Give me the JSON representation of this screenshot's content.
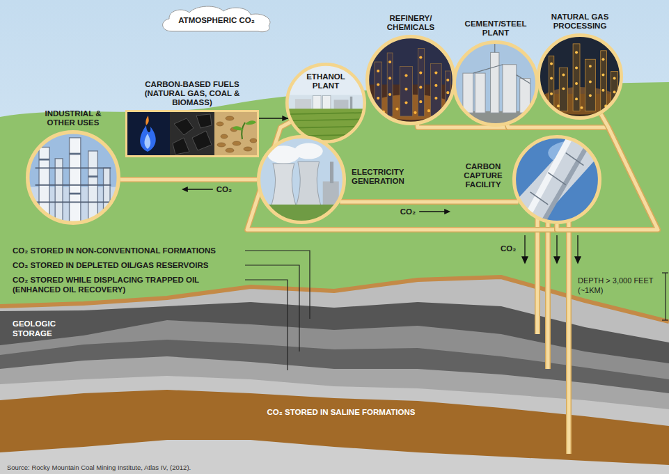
{
  "diagram": {
    "nodes": [
      {
        "text": [
          "ATMOSPHERIC CO₂"
        ]
      },
      {
        "text": [
          "CARBON-BASED FUELS (NATURAL GAS, COAL & BIOMASS)"
        ]
      },
      {
        "text": [
          "INDUSTRIAL & OTHER USES"
        ]
      },
      {
        "text": [
          "ETHANOL PLANT"
        ]
      },
      {
        "text": [
          "REFINERY/ CHEMICALS"
        ]
      },
      {
        "text": [
          "CEMENT/STEEL PLANT"
        ]
      },
      {
        "text": [
          "NATURAL GAS PROCESSING"
        ]
      },
      {
        "text": [
          "ELECTRICITY GENERATION"
        ]
      },
      {
        "text": [
          "CARBON CAPTURE FACILITY"
        ]
      }
    ],
    "edges": [
      {
        "from": 1,
        "to": 3,
        "arrow": "to"
      },
      {
        "from": 7,
        "to": 2,
        "label": "CO₂",
        "arrow": "to"
      },
      {
        "from": 7,
        "to": 8,
        "label": "CO₂",
        "arrow": "to"
      },
      {
        "from": 3,
        "to": 8,
        "arrow": "none"
      },
      {
        "from": 4,
        "to": 8,
        "arrow": "none"
      },
      {
        "from": 5,
        "to": 8,
        "arrow": "none"
      },
      {
        "from": 6,
        "to": 8,
        "arrow": "none"
      }
    ],
    "labels": [
      "CO₂",
      "CO₂ STORED IN NON-CONVENTIONAL FORMATIONS",
      "CO₂ STORED IN DEPLETED OIL/GAS RESERVOIRS",
      "CO₂ STORED WHILE DISPLACING TRAPPED OIL (ENHANCED OIL RECOVERY)",
      "DEPTH > 3,000 FEET (~1KM)",
      "GEOLOGIC STORAGE",
      "CO₂ STORED IN SALINE FORMATIONS",
      "Source: Rocky Mountain Coal Mining Institute, Atlas IV, (2012)."
    ]
  }
}
